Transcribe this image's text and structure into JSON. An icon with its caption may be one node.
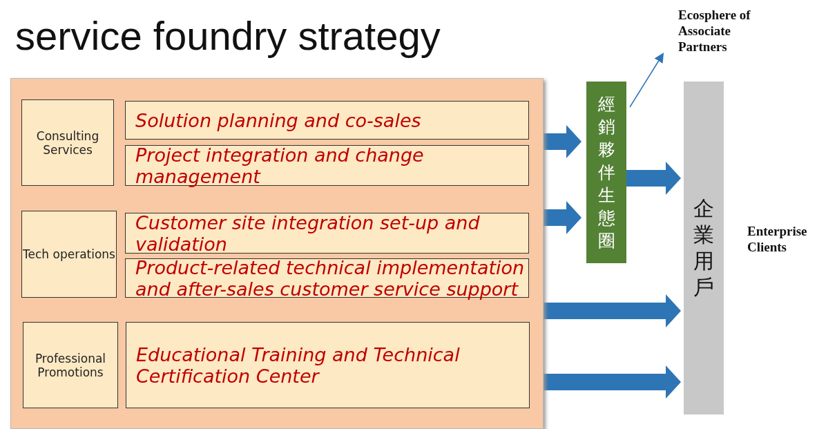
{
  "diagram": {
    "title": "service foundry strategy",
    "nodes": [
      {
        "text": [],
        "shape": "box"
      },
      {
        "text": [
          "Consulting Services"
        ],
        "in": 0
      },
      {
        "text": [
          "Solution planning and co-sales"
        ],
        "in": 0
      },
      {
        "text": [
          "Project integration and change management"
        ],
        "in": 0
      },
      {
        "text": [
          "Tech operations"
        ],
        "in": 0
      },
      {
        "text": [
          "Customer site integration set-up and validation"
        ],
        "in": 0
      },
      {
        "text": [
          "Product-related technical implementation and after-sales customer service support"
        ],
        "in": 0
      },
      {
        "text": [
          "Professional Promotions"
        ],
        "in": 0
      },
      {
        "text": [
          "Educational Training and Technical Certification Center"
        ],
        "in": 0
      },
      {
        "text": [
          "經銷夥伴生態圈"
        ]
      },
      {
        "text": [
          "Ecosphere of Associate Partners"
        ]
      },
      {
        "text": [
          "企業用戶"
        ],
        "beside": [
          "Enterprise Clients"
        ]
      }
    ],
    "edges": [
      {
        "from": 0,
        "to": 9,
        "arrow": "to"
      },
      {
        "from": 0,
        "to": 9,
        "arrow": "to"
      },
      {
        "from": 9,
        "to": 11,
        "arrow": "to"
      },
      {
        "from": 0,
        "to": 11,
        "arrow": "to"
      },
      {
        "from": 0,
        "to": 11,
        "arrow": "to"
      },
      {
        "from": 9,
        "to": 10,
        "arrow": "to"
      }
    ]
  }
}
